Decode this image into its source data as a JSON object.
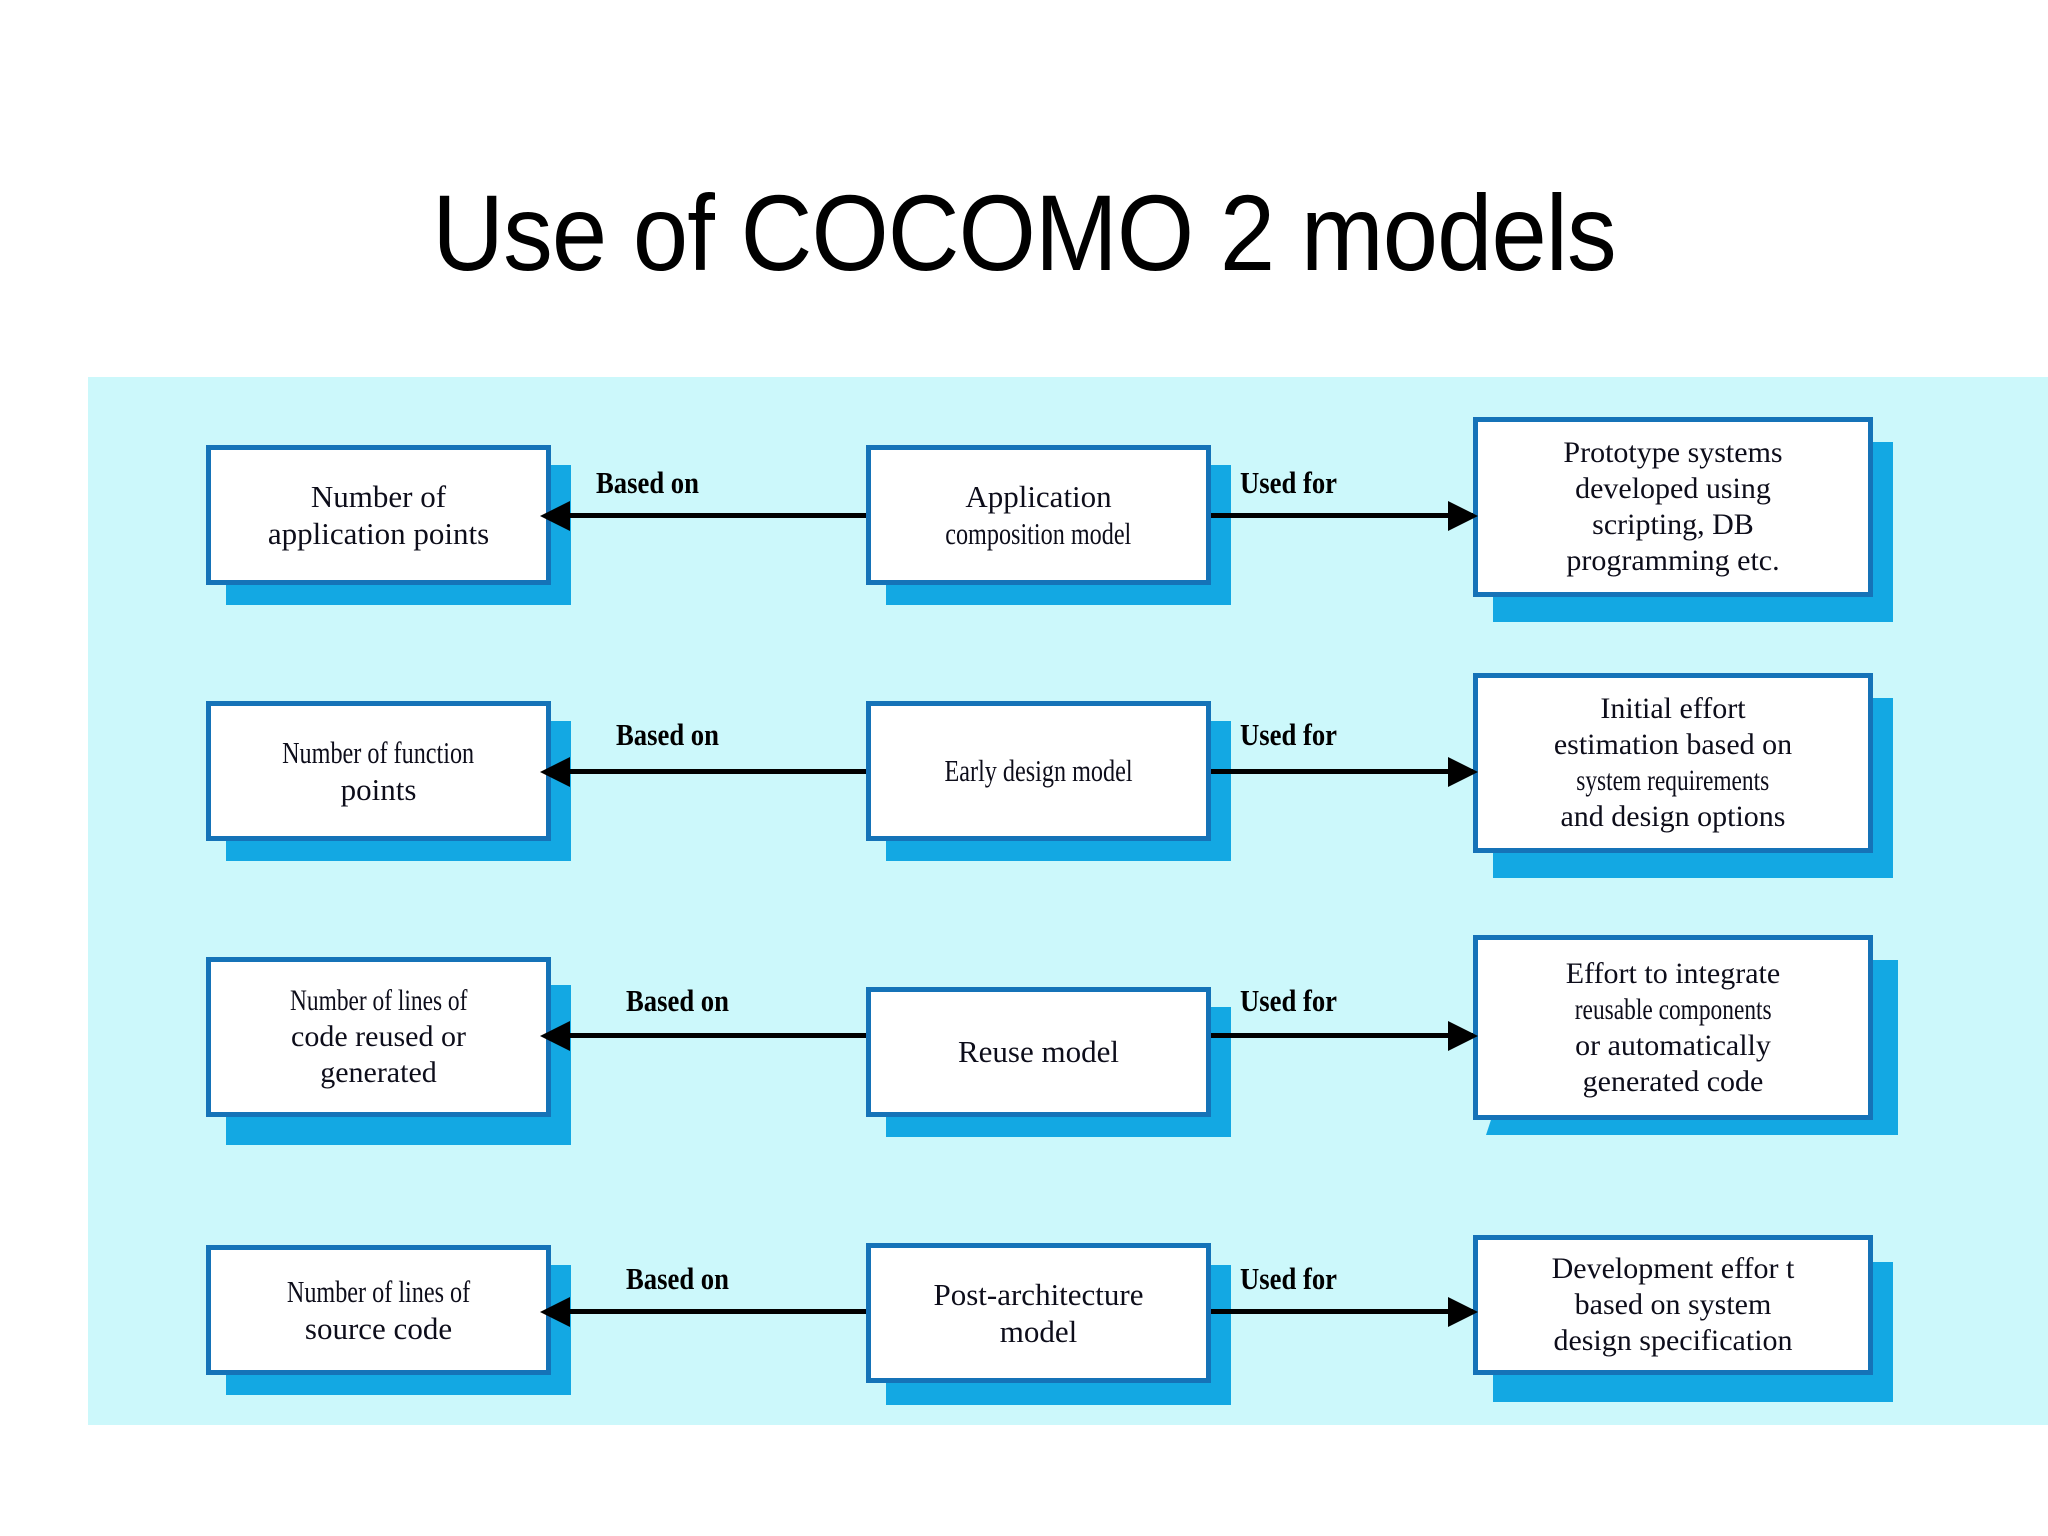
{
  "slide": {
    "title": "Use of COCOMO 2 models",
    "background_color": "#ffffff",
    "diagram_background_color": "#ccf8fb",
    "box_border_color": "#1573b8",
    "box_shadow_color": "#13a8e3",
    "box_fill_color": "#ffffff",
    "text_color": "#0d0d1a"
  },
  "edge_labels": {
    "based_on": "Based on",
    "used_for": "Used for"
  },
  "rows": [
    {
      "id": "application-composition",
      "input": {
        "line1": "Number of",
        "line2": "application points"
      },
      "model": {
        "line1": "Application",
        "line2": "composition model"
      },
      "output": {
        "line1": "Prototype systems",
        "line2": "developed using",
        "line3": "scripting, DB",
        "line4": "programming etc."
      },
      "left_label": "Based on",
      "right_label": "Used for"
    },
    {
      "id": "early-design",
      "input": {
        "line1": "Number of function",
        "line2": "points"
      },
      "model": {
        "line1": "Early design model",
        "line2": ""
      },
      "output": {
        "line1": "Initial effort",
        "line2": "estimation based on",
        "line3": "system requirements",
        "line4": "and design options"
      },
      "left_label": "Based on",
      "right_label": "Used for"
    },
    {
      "id": "reuse",
      "input": {
        "line1": "Number of lines of",
        "line2": "code reused or",
        "line3": "generated"
      },
      "model": {
        "line1": "Reuse model",
        "line2": ""
      },
      "output": {
        "line1": "Effort to integrate",
        "line2": "reusable components",
        "line3": "or automatically",
        "line4": "generated code"
      },
      "left_label": "Based on",
      "right_label": "Used for"
    },
    {
      "id": "post-architecture",
      "input": {
        "line1": "Number of lines of",
        "line2": "source code"
      },
      "model": {
        "line1": "Post-architecture",
        "line2": "model"
      },
      "output": {
        "line1": "Development effor  t",
        "line2": "based on system",
        "line3": "design specification"
      },
      "left_label": "Based on",
      "right_label": "Used for"
    }
  ]
}
